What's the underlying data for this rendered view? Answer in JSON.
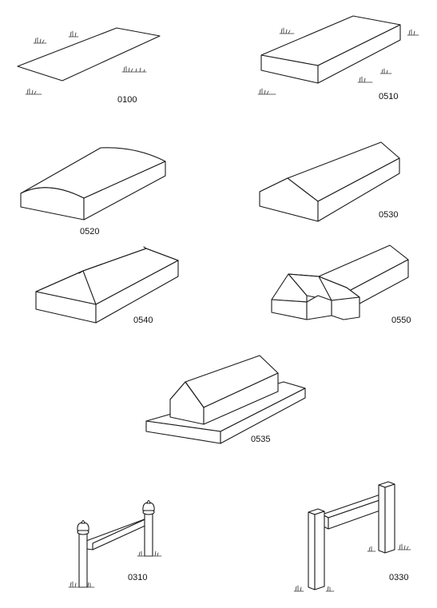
{
  "figures": [
    {
      "code": "0100",
      "shape": "flat-plane"
    },
    {
      "code": "0510",
      "shape": "flat-box"
    },
    {
      "code": "0520",
      "shape": "box-curved-roof"
    },
    {
      "code": "0530",
      "shape": "box-gable-roof"
    },
    {
      "code": "0540",
      "shape": "box-hip-roof"
    },
    {
      "code": "0550",
      "shape": "cross-gable-building"
    },
    {
      "code": "0535",
      "shape": "gable-building-on-platform"
    },
    {
      "code": "0310",
      "shape": "round-post-frame"
    },
    {
      "code": "0330",
      "shape": "square-post-frame"
    }
  ],
  "colors": {
    "line": "#1a1a1a",
    "background": "#ffffff"
  }
}
